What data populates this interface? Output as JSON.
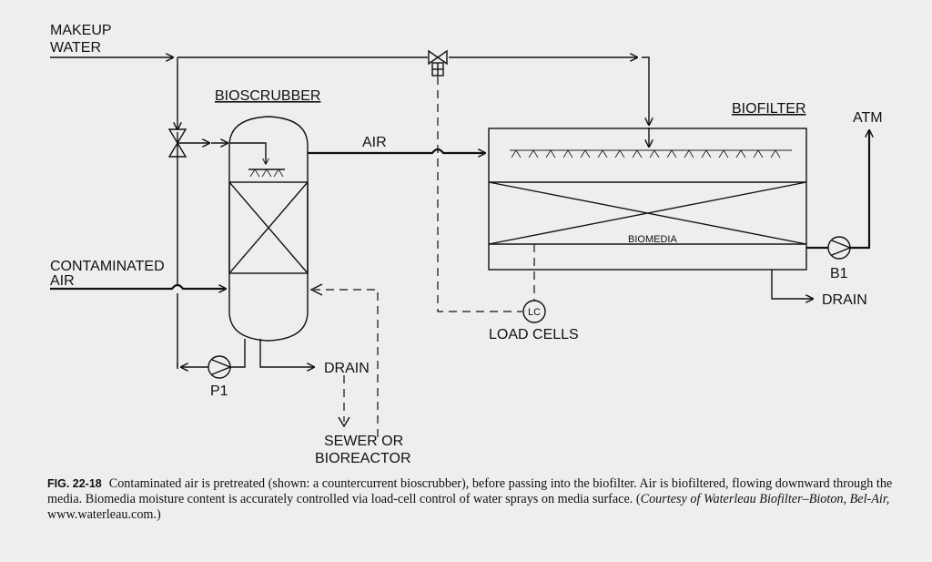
{
  "labels": {
    "makeup_water": [
      "MAKEUP",
      "WATER"
    ],
    "bioscrubber": "BIOSCRUBBER",
    "air": "AIR",
    "biofilter": "BIOFILTER",
    "atm": "ATM",
    "contaminated_air": [
      "CONTAMINATED",
      "AIR"
    ],
    "biomedia": "BIOMEDIA",
    "b1": "B1",
    "drain_right": "DRAIN",
    "lc": "LC",
    "load_cells": "LOAD CELLS",
    "drain_left": "DRAIN",
    "p1": "P1",
    "sewer": [
      "SEWER OR",
      "BIOREACTOR"
    ]
  },
  "caption": {
    "fig": "FIG. 22-18",
    "text": "Contaminated air is pretreated (shown: a countercurrent bioscrubber), before passing into the biofilter. Air is biofiltered, flowing downward through the media. Biomedia moisture content is accurately controlled via load-cell control of water sprays on media surface. (",
    "courtesy": "Courtesy of Waterleau Biofilter–Bioton, Bel-Air,",
    "url": " www.waterleau.com.)"
  }
}
